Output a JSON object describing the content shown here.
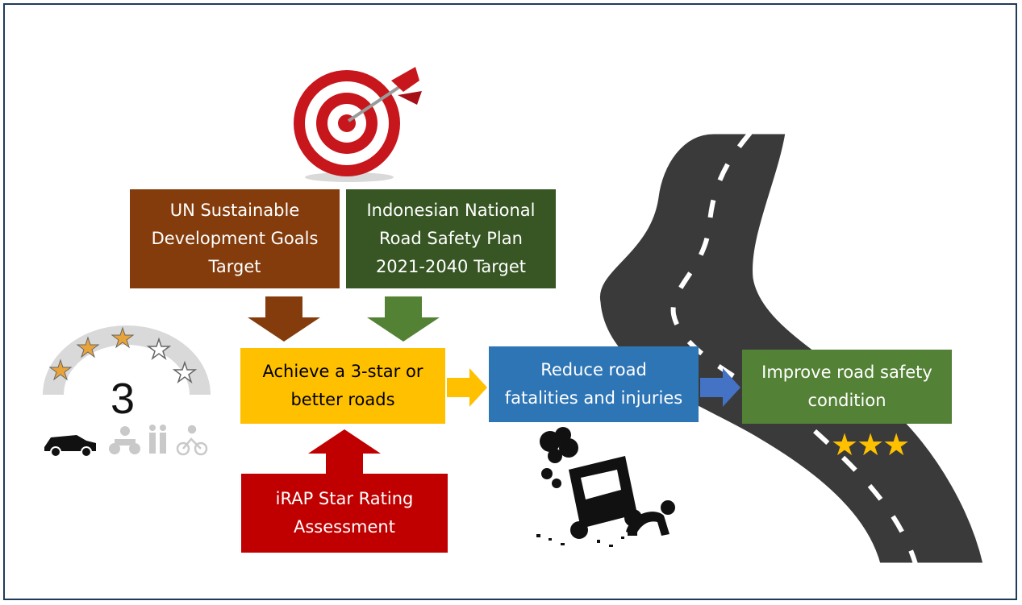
{
  "boxes": {
    "un_goals": "UN Sustainable\nDevelopment Goals\nTarget",
    "indonesian_plan": "Indonesian National\nRoad Safety Plan\n2021-2040 Target",
    "achieve": "Achieve a 3-star or\nbetter roads",
    "irap": "iRAP Star Rating\nAssessment",
    "reduce": "Reduce road\nfatalities and injuries",
    "improve": "Improve road safety\ncondition"
  },
  "star_rating_badge": {
    "rating": "3",
    "filled_stars": 3,
    "total_stars": 5
  },
  "improve_stars": "★★★",
  "icons": [
    "target-dart-icon",
    "winding-road-illustration",
    "crash-car-icon",
    "injured-person-icon",
    "car-icon",
    "motorcycle-icon",
    "pedestrian-icon",
    "bicycle-icon"
  ],
  "colors": {
    "un_goals": "#843c0c",
    "indonesian_plan": "#375623",
    "achieve": "#ffc000",
    "irap": "#c00000",
    "reduce": "#2e75b6",
    "improve": "#538135",
    "arrow_brown": "#843c0c",
    "arrow_green": "#548235",
    "arrow_yellow": "#ffc000",
    "arrow_blue": "#4472c4",
    "arrow_red": "#c00000",
    "star_gold": "#ffc000"
  }
}
